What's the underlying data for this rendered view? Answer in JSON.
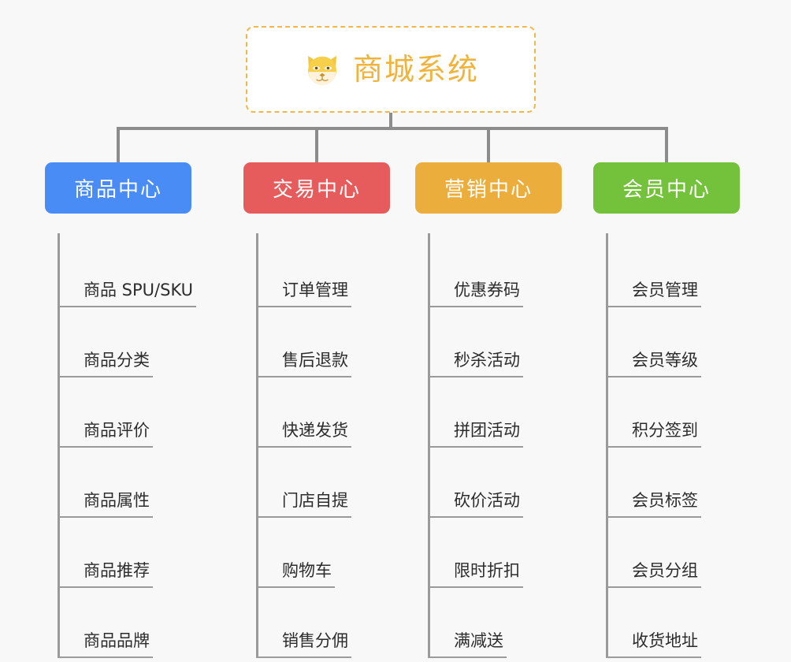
{
  "root": {
    "title": "商城系统",
    "icon": "shiba-dog-icon",
    "title_color": "#f0b33c",
    "border_color": "#f0b84a"
  },
  "branches": [
    {
      "title": "商品中心",
      "color": "#4a8cf5",
      "items": [
        "商品 SPU/SKU",
        "商品分类",
        "商品评价",
        "商品属性",
        "商品推荐",
        "商品品牌"
      ]
    },
    {
      "title": "交易中心",
      "color": "#e65c5c",
      "items": [
        "订单管理",
        "售后退款",
        "快递发货",
        "门店自提",
        "购物车",
        "销售分佣"
      ]
    },
    {
      "title": "营销中心",
      "color": "#ebad3c",
      "items": [
        "优惠券码",
        "秒杀活动",
        "拼团活动",
        "砍价活动",
        "限时折扣",
        "满减送"
      ]
    },
    {
      "title": "会员中心",
      "color": "#74c13c",
      "items": [
        "会员管理",
        "会员等级",
        "积分签到",
        "会员标签",
        "会员分组",
        "收货地址"
      ]
    }
  ],
  "theme": {
    "background": "#f8f8f8",
    "connector_color": "#8c8c8c",
    "rule_color": "#9a9a9a",
    "item_text_color": "#2c2c2c"
  }
}
